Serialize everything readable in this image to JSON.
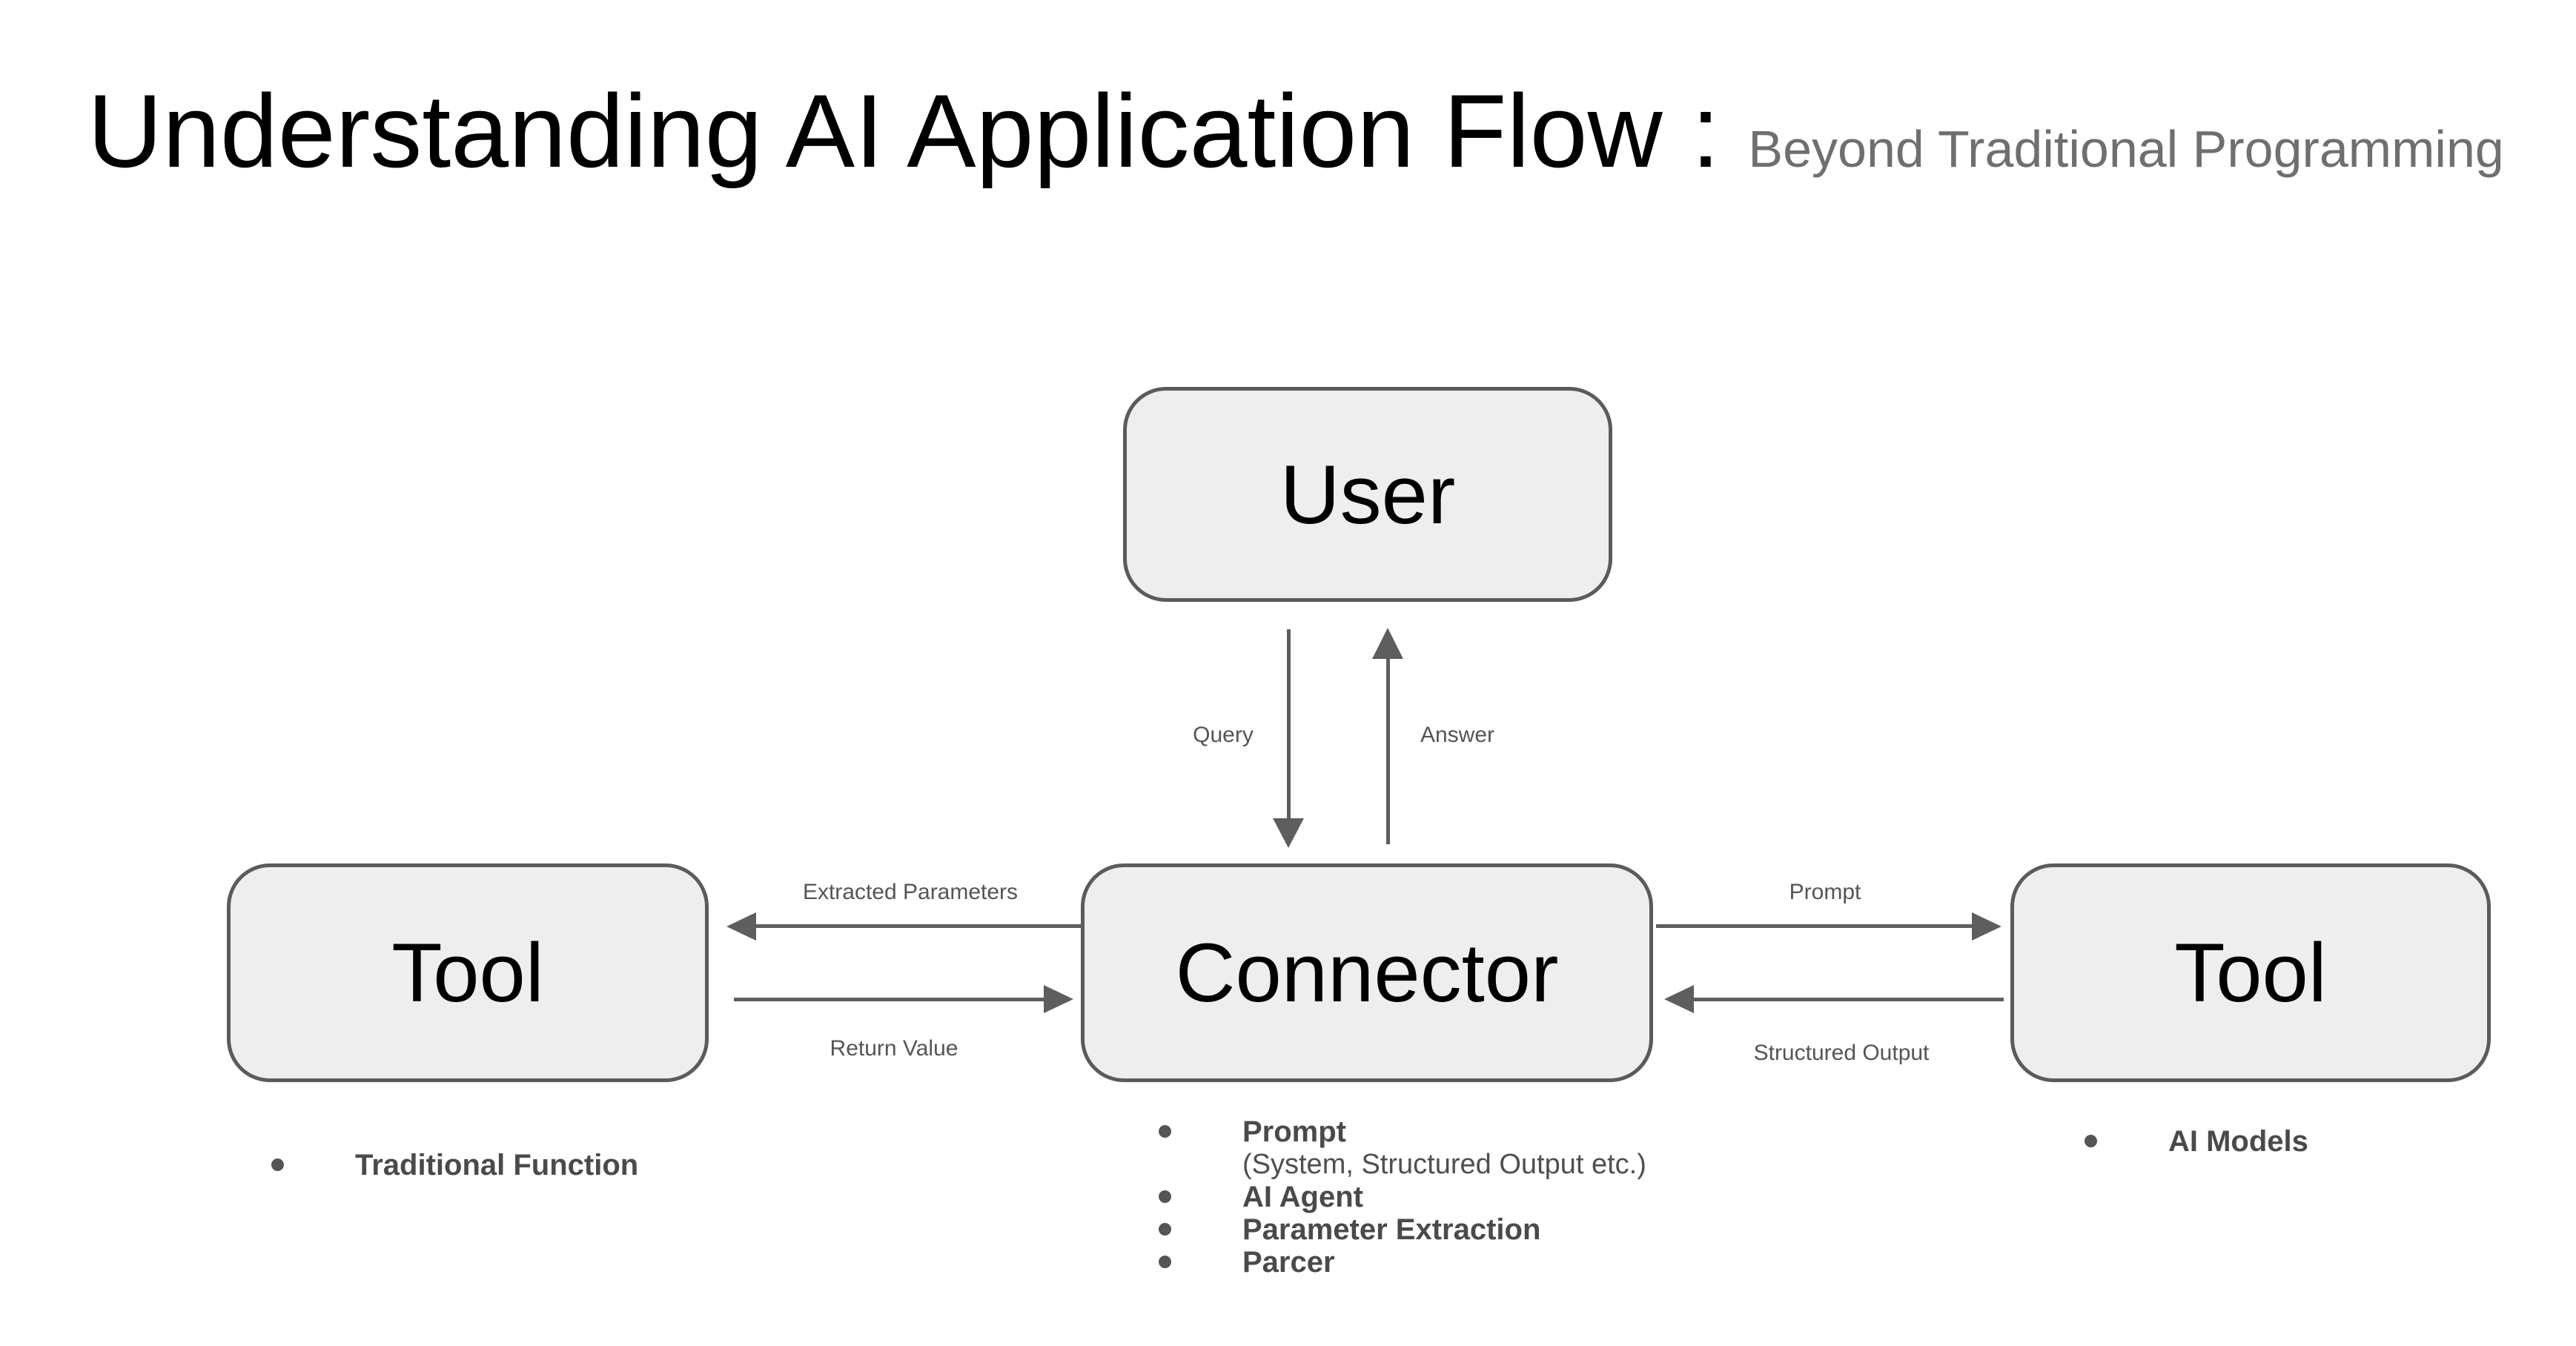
{
  "title": {
    "main": "Understanding AI Application Flow :",
    "subtitle": "Beyond Traditional Programming"
  },
  "nodes": {
    "user": "User",
    "connector": "Connector",
    "tool_left": "Tool",
    "tool_right": "Tool"
  },
  "edges": {
    "query": "Query",
    "answer": "Answer",
    "extracted_parameters": "Extracted Parameters",
    "return_value": "Return Value",
    "prompt": "Prompt",
    "structured_output": "Structured Output"
  },
  "notes": {
    "tool_left": {
      "items": [
        {
          "label": "Traditional Function"
        }
      ]
    },
    "connector": {
      "items": [
        {
          "label": "Prompt",
          "sub": "(System, Structured Output etc.)"
        },
        {
          "label": "AI Agent"
        },
        {
          "label": "Parameter Extraction"
        },
        {
          "label": "Parcer"
        }
      ]
    },
    "tool_right": {
      "items": [
        {
          "label": "AI Models"
        }
      ]
    }
  },
  "colors": {
    "background": "#ffffff",
    "box_fill": "#eeeeee",
    "box_border": "#5b5b5b",
    "arrow": "#5e5e5e",
    "edge_label_text": "#555555",
    "note_text": "#4a4a4a",
    "title_text": "#000000",
    "subtitle_text": "#6f6f6f"
  }
}
